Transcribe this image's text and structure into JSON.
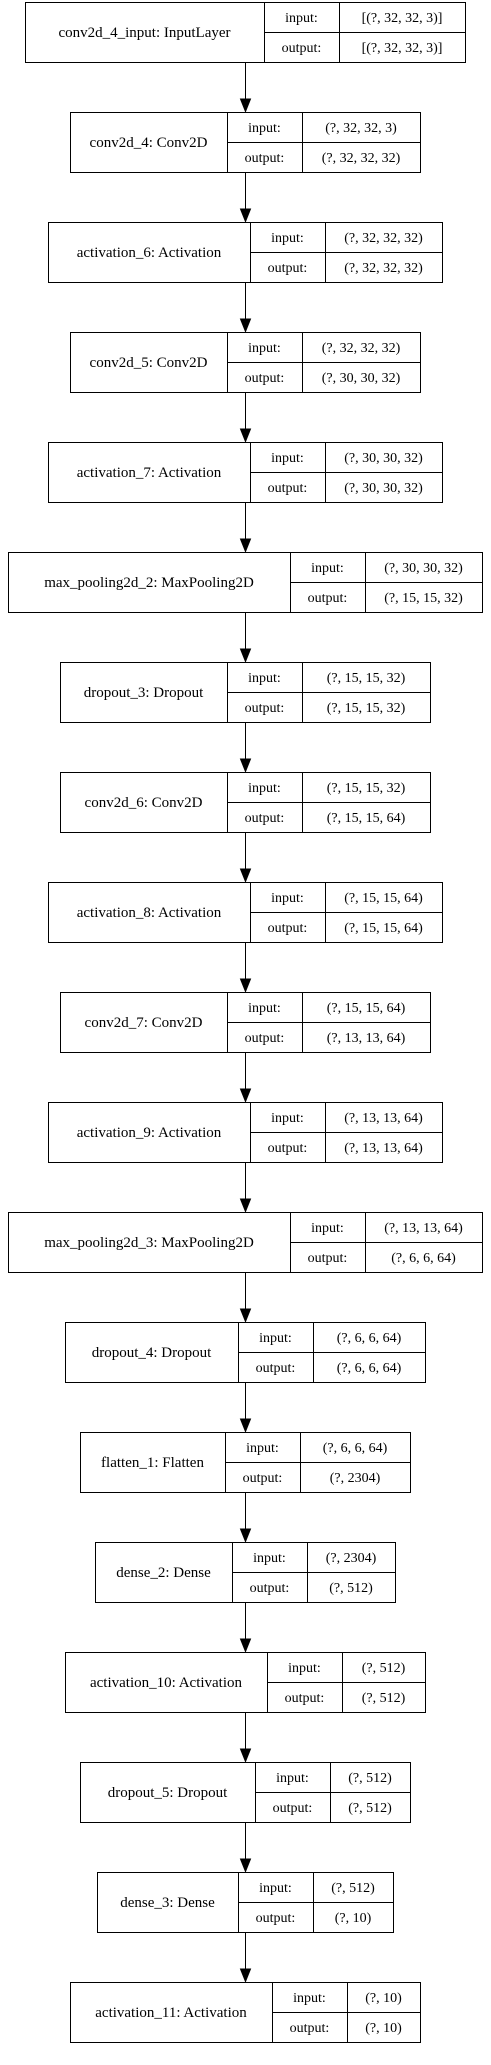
{
  "diagram": {
    "input_label": "input:",
    "output_label": "output:",
    "layers": [
      {
        "name": "conv2d_4_input: InputLayer",
        "input": "[(?, 32, 32, 3)]",
        "output": "[(?, 32, 32, 3)]"
      },
      {
        "name": "conv2d_4: Conv2D",
        "input": "(?, 32, 32, 3)",
        "output": "(?, 32, 32, 32)"
      },
      {
        "name": "activation_6: Activation",
        "input": "(?, 32, 32, 32)",
        "output": "(?, 32, 32, 32)"
      },
      {
        "name": "conv2d_5: Conv2D",
        "input": "(?, 32, 32, 32)",
        "output": "(?, 30, 30, 32)"
      },
      {
        "name": "activation_7: Activation",
        "input": "(?, 30, 30, 32)",
        "output": "(?, 30, 30, 32)"
      },
      {
        "name": "max_pooling2d_2: MaxPooling2D",
        "input": "(?, 30, 30, 32)",
        "output": "(?, 15, 15, 32)"
      },
      {
        "name": "dropout_3: Dropout",
        "input": "(?, 15, 15, 32)",
        "output": "(?, 15, 15, 32)"
      },
      {
        "name": "conv2d_6: Conv2D",
        "input": "(?, 15, 15, 32)",
        "output": "(?, 15, 15, 64)"
      },
      {
        "name": "activation_8: Activation",
        "input": "(?, 15, 15, 64)",
        "output": "(?, 15, 15, 64)"
      },
      {
        "name": "conv2d_7: Conv2D",
        "input": "(?, 15, 15, 64)",
        "output": "(?, 13, 13, 64)"
      },
      {
        "name": "activation_9: Activation",
        "input": "(?, 13, 13, 64)",
        "output": "(?, 13, 13, 64)"
      },
      {
        "name": "max_pooling2d_3: MaxPooling2D",
        "input": "(?, 13, 13, 64)",
        "output": "(?, 6, 6, 64)"
      },
      {
        "name": "dropout_4: Dropout",
        "input": "(?, 6, 6, 64)",
        "output": "(?, 6, 6, 64)"
      },
      {
        "name": "flatten_1: Flatten",
        "input": "(?, 6, 6, 64)",
        "output": "(?, 2304)"
      },
      {
        "name": "dense_2: Dense",
        "input": "(?, 2304)",
        "output": "(?, 512)"
      },
      {
        "name": "activation_10: Activation",
        "input": "(?, 512)",
        "output": "(?, 512)"
      },
      {
        "name": "dropout_5: Dropout",
        "input": "(?, 512)",
        "output": "(?, 512)"
      },
      {
        "name": "dense_3: Dense",
        "input": "(?, 512)",
        "output": "(?, 10)"
      },
      {
        "name": "activation_11: Activation",
        "input": "(?, 10)",
        "output": "(?, 10)"
      }
    ]
  }
}
